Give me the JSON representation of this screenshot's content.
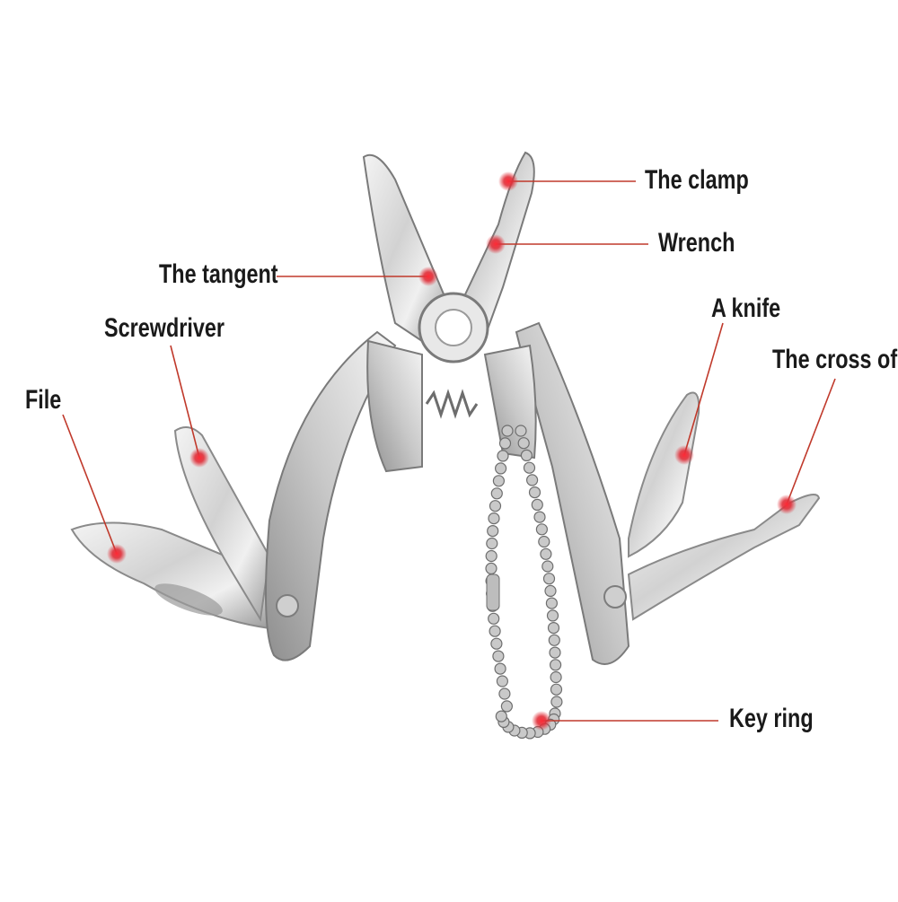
{
  "labels": {
    "clamp": "The clamp",
    "wrench": "Wrench",
    "tangent": "The tangent",
    "screwdriver": "Screwdriver",
    "knife": "A knife",
    "cross": "The cross of",
    "file": "File",
    "key_ring": "Key ring"
  },
  "colors": {
    "background": "#ffffff",
    "steel_light": "#e6e6e6",
    "steel_mid": "#bdbdbd",
    "steel_dark": "#7d7d7d",
    "callout_line": "#c0392b",
    "callout_dot": "#e0303a",
    "text": "#1a1a1a"
  }
}
